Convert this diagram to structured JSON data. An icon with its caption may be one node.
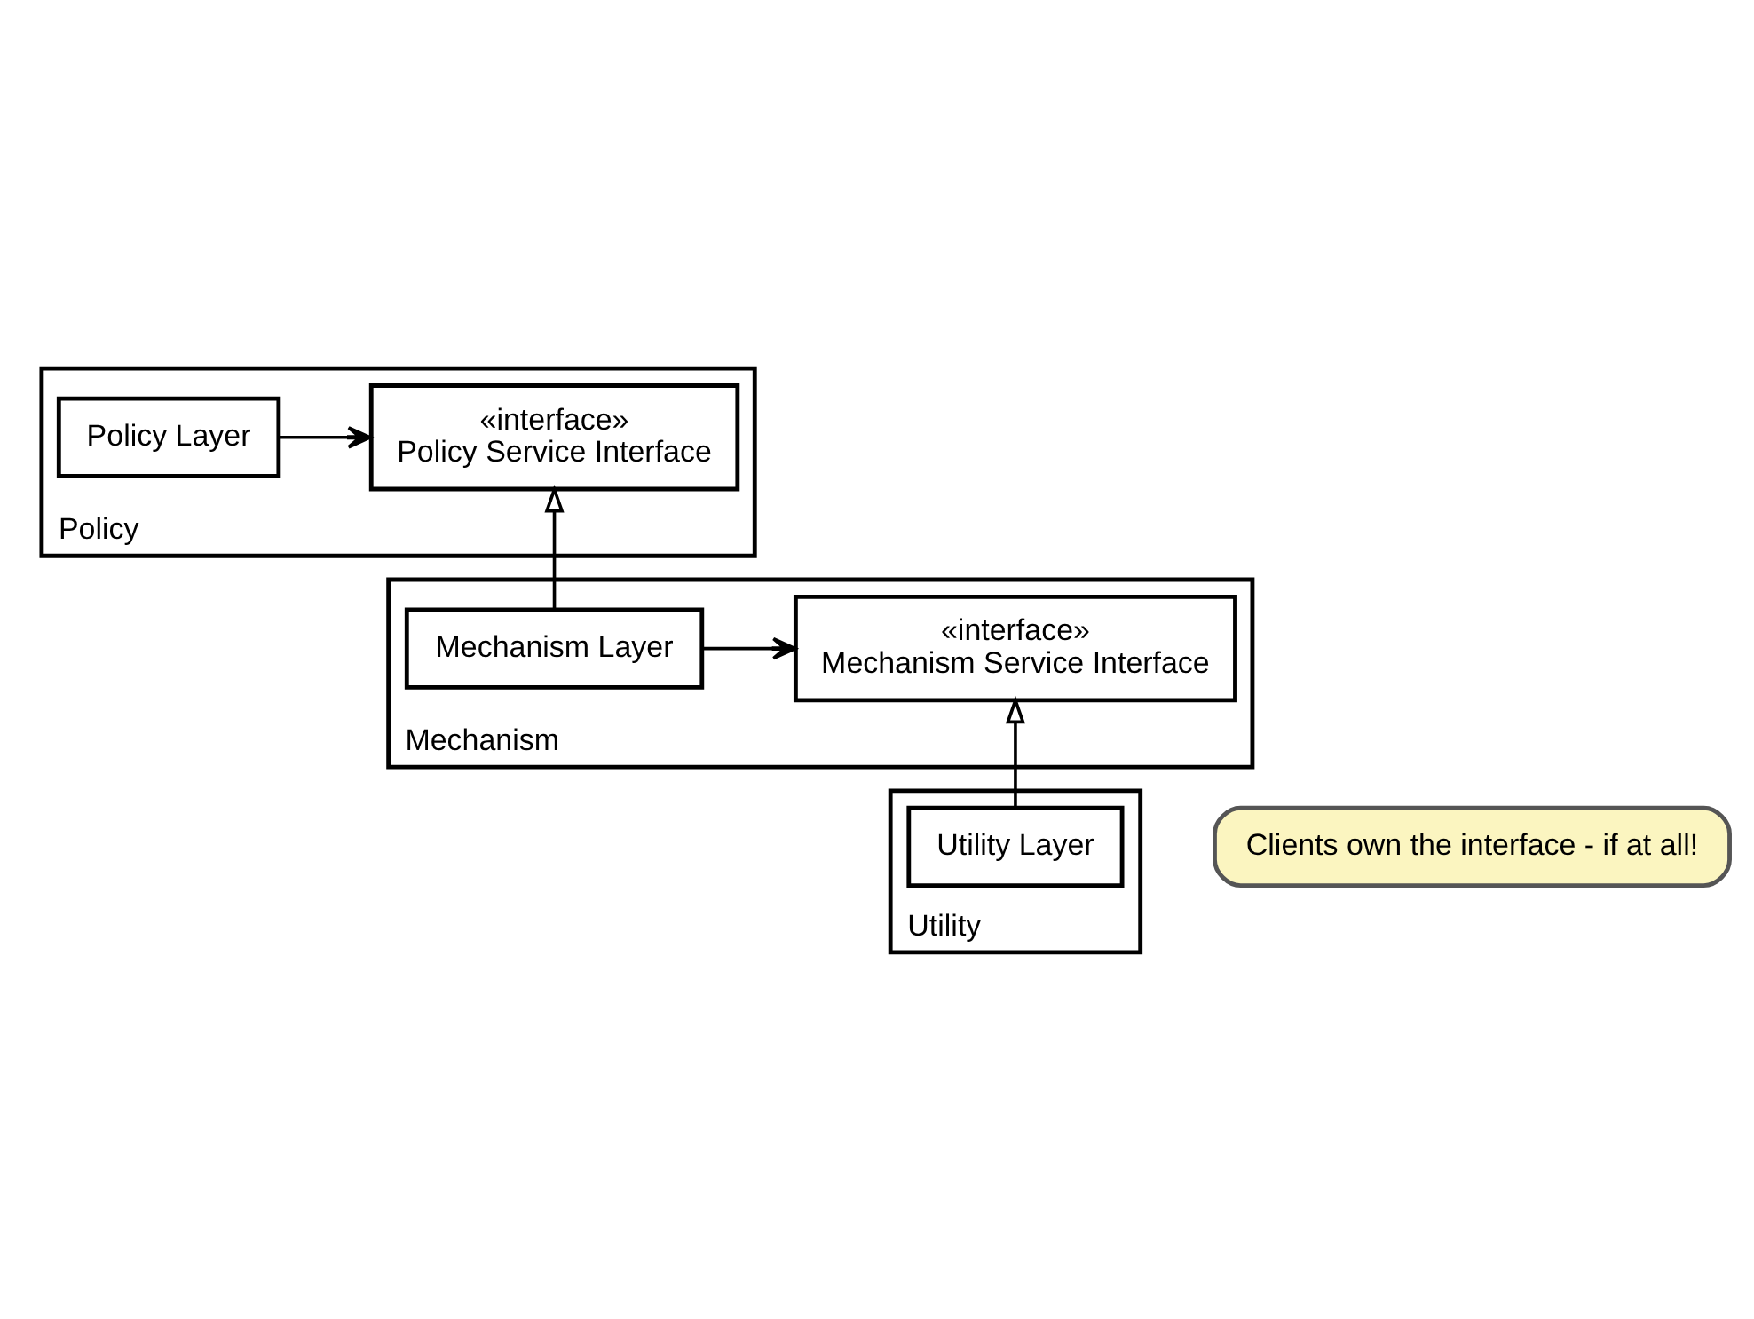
{
  "diagram": {
    "nodes": [
      {
        "text": [
          "Policy"
        ]
      },
      {
        "text": [
          "Policy Layer"
        ],
        "in": 0
      },
      {
        "text": [
          "«interface»",
          "Policy Service Interface"
        ],
        "in": 0
      },
      {
        "text": [
          "Mechanism"
        ]
      },
      {
        "text": [
          "Mechanism Layer"
        ],
        "in": 3
      },
      {
        "text": [
          "«interface»",
          "Mechanism Service Interface"
        ],
        "in": 3
      },
      {
        "text": [
          "Utility"
        ]
      },
      {
        "text": [
          "Utility Layer"
        ],
        "in": 6
      },
      {
        "text": [
          "Clients own the interface - if at all!"
        ]
      }
    ],
    "edges": [
      {
        "from": 1,
        "to": 2,
        "arrow": "to"
      },
      {
        "from": 4,
        "to": 2,
        "arrow": "to"
      },
      {
        "from": 4,
        "to": 5,
        "arrow": "to"
      },
      {
        "from": 7,
        "to": 5,
        "arrow": "to"
      }
    ]
  }
}
